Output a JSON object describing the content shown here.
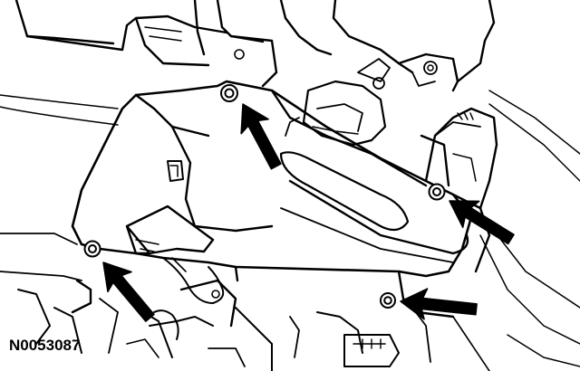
{
  "figure": {
    "reference_id": "N0053087",
    "callouts": [
      {
        "name": "arrow-upper-left-bolt"
      },
      {
        "name": "arrow-right-bolt"
      },
      {
        "name": "arrow-lower-left-bolt"
      },
      {
        "name": "arrow-lower-right-bolt"
      }
    ],
    "colors": {
      "line": "#000000",
      "background": "#ffffff"
    }
  }
}
